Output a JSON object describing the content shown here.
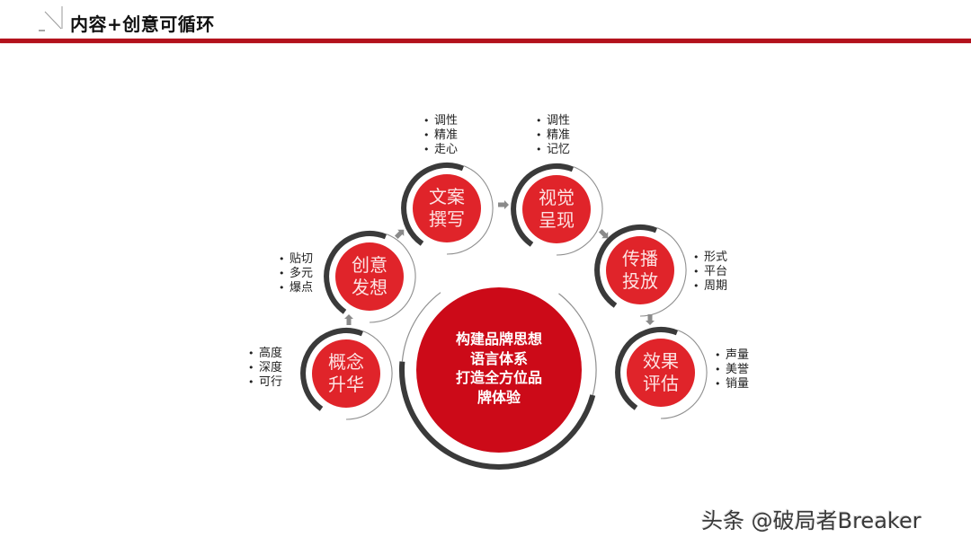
{
  "header": {
    "title": "内容+创意可循环"
  },
  "colors": {
    "accent_red": "#b3121c",
    "node_red": "#e0242a",
    "center_red": "#cc0a18",
    "arc_dark": "#3a3a3a",
    "arc_thin": "#8f8f8f",
    "arrow_gray": "#8a8a8a"
  },
  "diagram": {
    "center": {
      "lines": [
        "构建品牌思想",
        "语言体系",
        "打造全方位品",
        "牌体验"
      ]
    },
    "nodes": [
      {
        "label_lines": [
          "概念",
          "升华"
        ],
        "bullets": [
          "高度",
          "深度",
          "可行"
        ]
      },
      {
        "label_lines": [
          "创意",
          "发想"
        ],
        "bullets": [
          "贴切",
          "多元",
          "爆点"
        ]
      },
      {
        "label_lines": [
          "文案",
          "撰写"
        ],
        "bullets": [
          "调性",
          "精准",
          "走心"
        ]
      },
      {
        "label_lines": [
          "视觉",
          "呈现"
        ],
        "bullets": [
          "调性",
          "精准",
          "记忆"
        ]
      },
      {
        "label_lines": [
          "传播",
          "投放"
        ],
        "bullets": [
          "形式",
          "平台",
          "周期"
        ]
      },
      {
        "label_lines": [
          "效果",
          "评估"
        ],
        "bullets": [
          "声量",
          "美誉",
          "销量"
        ]
      }
    ],
    "bullet_glyph": "•"
  },
  "watermark": "头条 @破局者Breaker"
}
